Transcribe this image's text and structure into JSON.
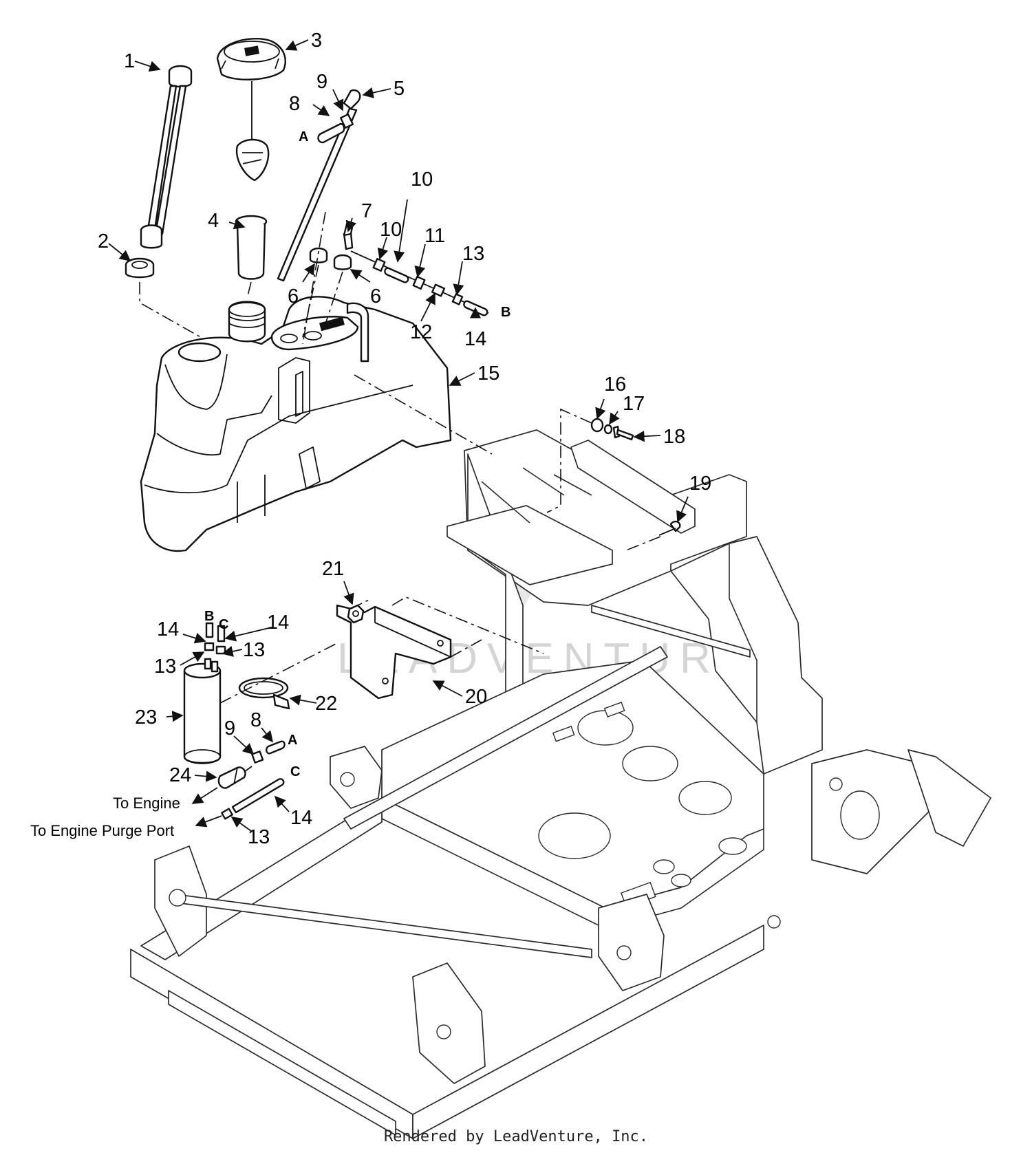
{
  "callouts": [
    {
      "id": "1",
      "label": "1"
    },
    {
      "id": "2",
      "label": "2"
    },
    {
      "id": "3",
      "label": "3"
    },
    {
      "id": "4",
      "label": "4"
    },
    {
      "id": "5",
      "label": "5"
    },
    {
      "id": "6a",
      "label": "6"
    },
    {
      "id": "6b",
      "label": "6"
    },
    {
      "id": "7",
      "label": "7"
    },
    {
      "id": "8a",
      "label": "8"
    },
    {
      "id": "9a",
      "label": "9"
    },
    {
      "id": "10a",
      "label": "10"
    },
    {
      "id": "10b",
      "label": "10"
    },
    {
      "id": "11",
      "label": "11"
    },
    {
      "id": "12",
      "label": "12"
    },
    {
      "id": "13a",
      "label": "13"
    },
    {
      "id": "14a",
      "label": "14"
    },
    {
      "id": "15",
      "label": "15"
    },
    {
      "id": "16",
      "label": "16"
    },
    {
      "id": "17",
      "label": "17"
    },
    {
      "id": "18",
      "label": "18"
    },
    {
      "id": "19",
      "label": "19"
    },
    {
      "id": "20",
      "label": "20"
    },
    {
      "id": "21",
      "label": "21"
    },
    {
      "id": "14b",
      "label": "14"
    },
    {
      "id": "14c",
      "label": "14"
    },
    {
      "id": "13b",
      "label": "13"
    },
    {
      "id": "13c",
      "label": "13"
    },
    {
      "id": "23",
      "label": "23"
    },
    {
      "id": "22",
      "label": "22"
    },
    {
      "id": "8b",
      "label": "8"
    },
    {
      "id": "9b",
      "label": "9"
    },
    {
      "id": "24",
      "label": "24"
    },
    {
      "id": "14d",
      "label": "14"
    },
    {
      "id": "13d",
      "label": "13"
    }
  ],
  "connection_letters": {
    "a_top": "A",
    "b_top": "B",
    "b_filter": "B",
    "c_filter": "C",
    "a_bottom": "A",
    "c_bottom": "C"
  },
  "notes": {
    "to_engine": "To Engine",
    "to_engine_purge_port": "To Engine Purge Port"
  },
  "watermark": "LEADVENTURE",
  "credit": "Rendered by LeadVenture, Inc."
}
